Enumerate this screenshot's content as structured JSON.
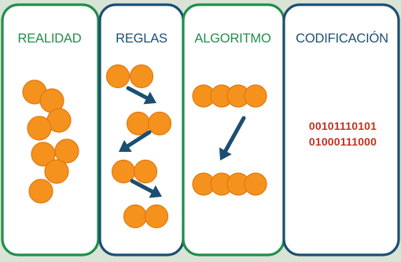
{
  "colors": {
    "background": "#d9e3d6",
    "panel_fill": "#ffffff",
    "green_border": "#1f8f4a",
    "blue_border": "#1c4e73",
    "blob_fill": "#f5921e",
    "blob_stroke": "#e07810",
    "arrow": "#1c4e73",
    "code_text": "#c0321f"
  },
  "panels": [
    {
      "id": "realidad",
      "title": "REALIDAD",
      "border": "green"
    },
    {
      "id": "reglas",
      "title": "REGLAS",
      "border": "blue"
    },
    {
      "id": "algoritmo",
      "title": "ALGORITMO",
      "border": "green"
    },
    {
      "id": "codificacion",
      "title": "CODIFICACIÓN",
      "border": "blue"
    }
  ],
  "code_lines": [
    "00101110101",
    "01000111000"
  ]
}
